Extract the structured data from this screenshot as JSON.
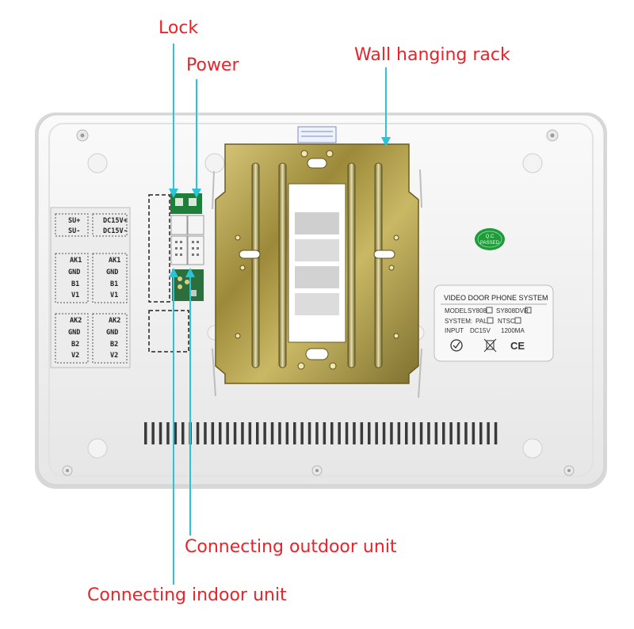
{
  "callouts": {
    "lock": "Lock",
    "power": "Power",
    "rack": "Wall hanging rack",
    "outdoor": "Connecting outdoor unit",
    "indoor": "Connecting indoor unit"
  },
  "terminal_panel": {
    "power_block": [
      "SU+",
      "SU-"
    ],
    "power_block_right": [
      "DC15V+",
      "DC15V-"
    ],
    "indoor_block_left": [
      "AK1",
      "GND",
      "B1",
      "V1"
    ],
    "indoor_block_right": [
      "AK1",
      "GND",
      "B1",
      "V1"
    ],
    "outdoor_block_left": [
      "AK2",
      "GND",
      "B2",
      "V2"
    ],
    "outdoor_block_right": [
      "AK2",
      "GND",
      "B2",
      "V2"
    ]
  },
  "product_label": {
    "title": "VIDEO DOOR PHONE SYSTEM",
    "model_key": "MODEL",
    "model_opt1": "SY808",
    "model_opt2": "SY808DVR",
    "system_key": "SYSTEM:",
    "system_opt1": "PAL",
    "system_opt2": "NTSC",
    "input_key": "INPUT",
    "input_value1": "DC15V",
    "input_value2": "1200MA",
    "ce_mark": "CE"
  },
  "qc_sticker": {
    "line1": "Q.C",
    "line2": "PASSED"
  },
  "colors": {
    "callout_text": "#e8242a",
    "pointer_line": "#2ac4d8",
    "housing": "#f1f1f1",
    "qc_green": "#1f9b3a",
    "bracket_gold": "#b7a24a"
  }
}
